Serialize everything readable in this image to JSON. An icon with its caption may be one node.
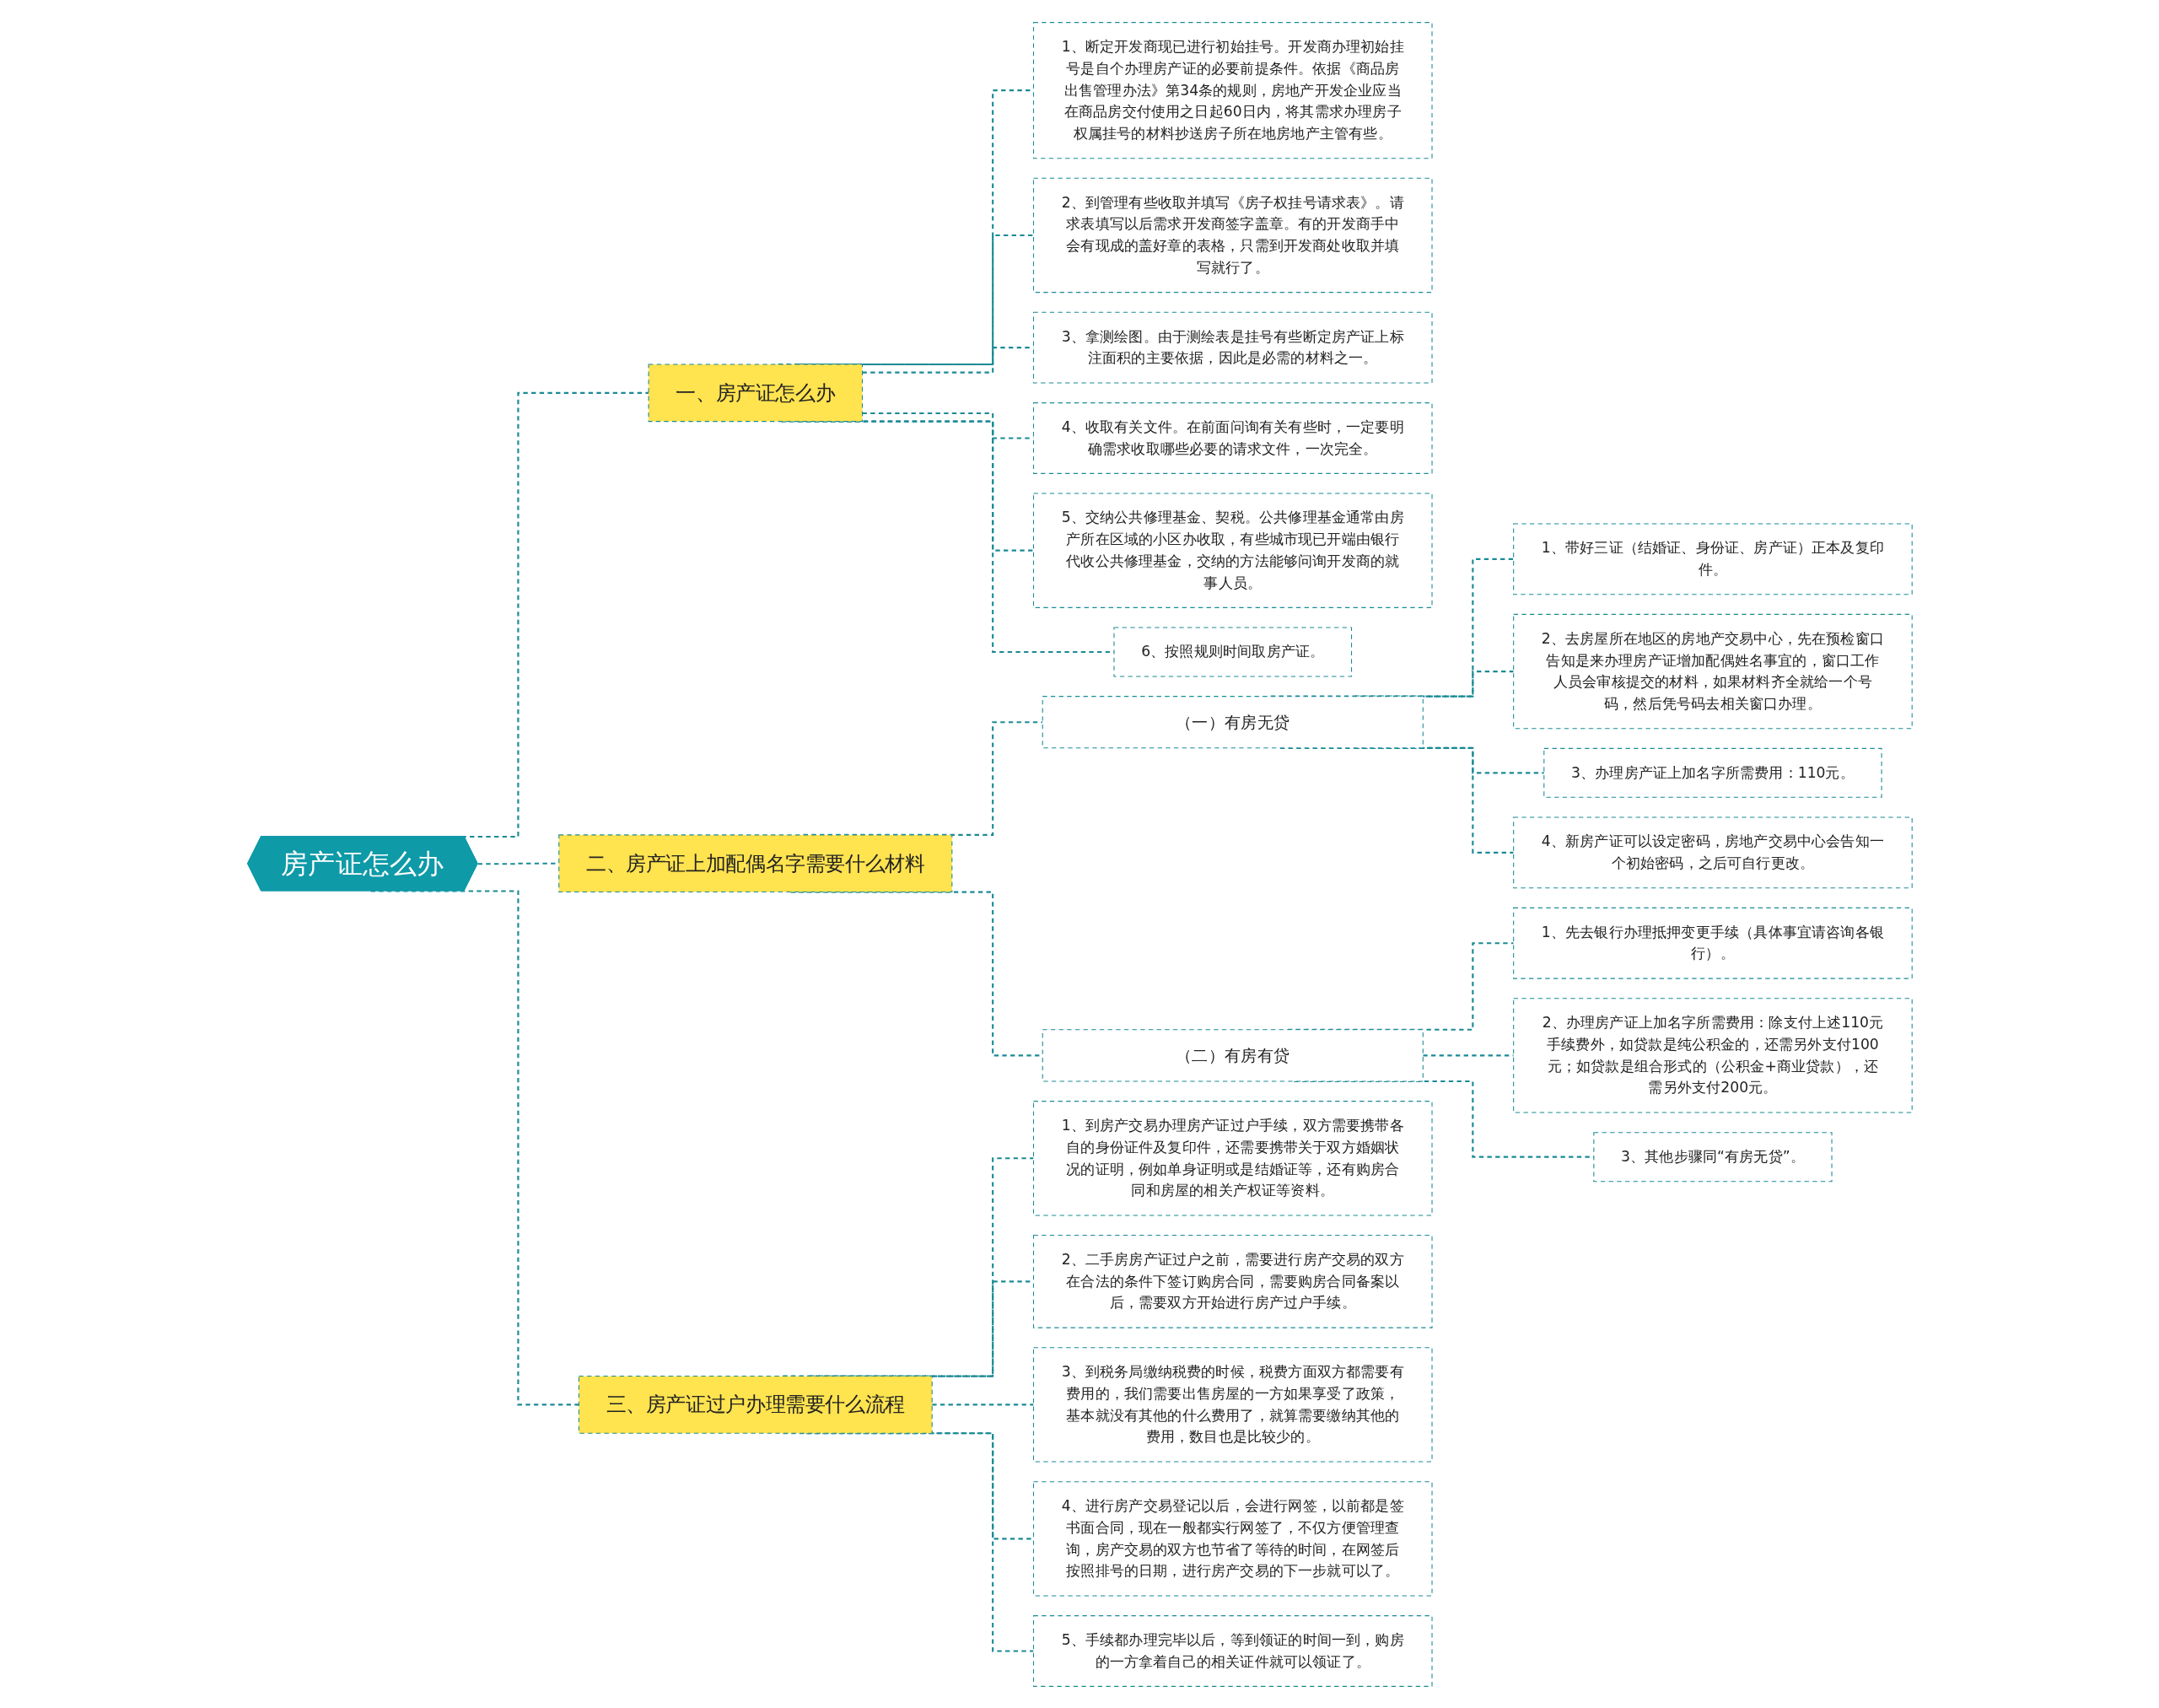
{
  "diagram": {
    "nodes": [
      {
        "text": [
          "房产证怎么办"
        ]
      },
      {
        "text": [
          "一、房产证怎么办"
        ]
      },
      {
        "text": [
          "1、断定开发商现已进行初始挂号。开发商办理初始挂号是自个办理房产证的必要前提条件。依据《商品房出售管理办法》第34条的规则，房地产开发企业应当在商品房交付使用之日起60日内，将其需求办理房子权属挂号的材料抄送房子所在地房地产主管有些。"
        ]
      },
      {
        "text": [
          "2、到管理有些收取并填写《房子权挂号请求表》。请求表填写以后需求开发商签字盖章。有的开发商手中会有现成的盖好章的表格，只需到开发商处收取并填写就行了。"
        ]
      },
      {
        "text": [
          "3、拿测绘图。由于测绘表是挂号有些断定房产证上标注面积的主要依据，因此是必需的材料之一。"
        ]
      },
      {
        "text": [
          "4、收取有关文件。在前面问询有关有些时，一定要明确需求收取哪些必要的请求文件，一次完全。"
        ]
      },
      {
        "text": [
          "5、交纳公共修理基金、契税。公共修理基金通常由房产所在区域的小区办收取，有些城市现已开端由银行代收公共修理基金，交纳的方法能够问询开发商的就事人员。"
        ]
      },
      {
        "text": [
          "6、按照规则时间取房产证。"
        ]
      },
      {
        "text": [
          "二、房产证上加配偶名字需要什么材料"
        ]
      },
      {
        "text": [
          "（一）有房无贷"
        ]
      },
      {
        "text": [
          "1、带好三证（结婚证、身份证、房产证）正本及复印件。"
        ]
      },
      {
        "text": [
          "2、去房屋所在地区的房地产交易中心，先在预检窗口告知是来办理房产证增加配偶姓名事宜的，窗口工作人员会审核提交的材料，如果材料齐全就给一个号码，然后凭号码去相关窗口办理。"
        ]
      },
      {
        "text": [
          "3、办理房产证上加名字所需费用：110元。"
        ]
      },
      {
        "text": [
          "4、新房产证可以设定密码，房地产交易中心会告知一个初始密码，之后可自行更改。"
        ]
      },
      {
        "text": [
          "（二）有房有贷"
        ]
      },
      {
        "text": [
          "1、先去银行办理抵押变更手续（具体事宜请咨询各银行）。"
        ]
      },
      {
        "text": [
          "2、办理房产证上加名字所需费用：除支付上述110元手续费外，如贷款是纯公积金的，还需另外支付100元；如贷款是组合形式的（公积金+商业贷款），还需另外支付200元。"
        ]
      },
      {
        "text": [
          "3、其他步骤同“有房无贷”。"
        ]
      },
      {
        "text": [
          "三、房产证过户办理需要什么流程"
        ]
      },
      {
        "text": [
          "1、到房产交易办理房产证过户手续，双方需要携带各自的身份证件及复印件，还需要携带关于双方婚姻状况的证明，例如单身证明或是结婚证等，还有购房合同和房屋的相关产权证等资料。"
        ]
      },
      {
        "text": [
          "2、二手房房产证过户之前，需要进行房产交易的双方在合法的条件下签订购房合同，需要购房合同备案以后，需要双方开始进行房产过户手续。"
        ]
      },
      {
        "text": [
          "3、到税务局缴纳税费的时候，税费方面双方都需要有费用的，我们需要出售房屋的一方如果享受了政策，基本就没有其他的什么费用了，就算需要缴纳其他的费用，数目也是比较少的。"
        ]
      },
      {
        "text": [
          "4、进行房产交易登记以后，会进行网签，以前都是签书面合同，现在一般都实行网签了，不仅方便管理查询，房产交易的双方也节省了等待的时间，在网签后按照排号的日期，进行房产交易的下一步就可以了。"
        ]
      },
      {
        "text": [
          "5、手续都办理完毕以后，等到领证的时间一到，购房的一方拿着自己的相关证件就可以领证了。"
        ]
      }
    ],
    "edges": [
      {
        "from": 0,
        "to": 1,
        "arrow": "none"
      },
      {
        "from": 1,
        "to": 2,
        "arrow": "none"
      },
      {
        "from": 1,
        "to": 3,
        "arrow": "none"
      },
      {
        "from": 1,
        "to": 4,
        "arrow": "none"
      },
      {
        "from": 1,
        "to": 5,
        "arrow": "none"
      },
      {
        "from": 1,
        "to": 6,
        "arrow": "none"
      },
      {
        "from": 1,
        "to": 7,
        "arrow": "none"
      },
      {
        "from": 0,
        "to": 8,
        "arrow": "none"
      },
      {
        "from": 8,
        "to": 9,
        "arrow": "none"
      },
      {
        "from": 9,
        "to": 10,
        "arrow": "none"
      },
      {
        "from": 9,
        "to": 11,
        "arrow": "none"
      },
      {
        "from": 9,
        "to": 12,
        "arrow": "none"
      },
      {
        "from": 9,
        "to": 13,
        "arrow": "none"
      },
      {
        "from": 8,
        "to": 14,
        "arrow": "none"
      },
      {
        "from": 14,
        "to": 15,
        "arrow": "none"
      },
      {
        "from": 14,
        "to": 16,
        "arrow": "none"
      },
      {
        "from": 14,
        "to": 17,
        "arrow": "none"
      },
      {
        "from": 0,
        "to": 18,
        "arrow": "none"
      },
      {
        "from": 18,
        "to": 19,
        "arrow": "none"
      },
      {
        "from": 18,
        "to": 20,
        "arrow": "none"
      },
      {
        "from": 18,
        "to": 21,
        "arrow": "none"
      },
      {
        "from": 18,
        "to": 22,
        "arrow": "none"
      },
      {
        "from": 18,
        "to": 23,
        "arrow": "none"
      }
    ]
  }
}
